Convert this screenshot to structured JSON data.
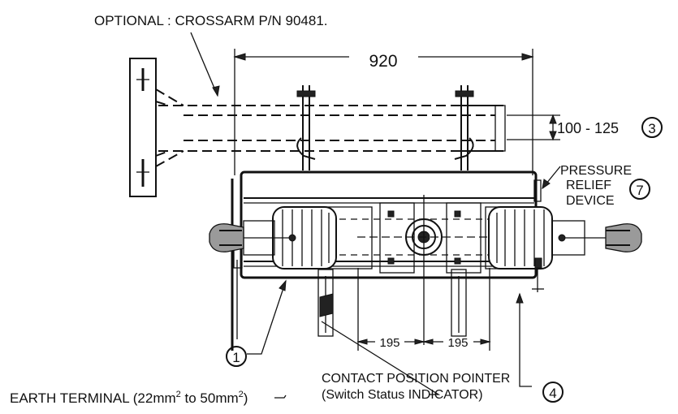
{
  "labels": {
    "crossarm": "OPTIONAL : CROSSARM  P/N 90481.",
    "width_dim": "920",
    "height_dim": "100 - 125",
    "pressure_relief_line1": "PRESSURE",
    "pressure_relief_line2": "RELIEF",
    "pressure_relief_line3": "DEVICE",
    "earth_terminal_prefix": "EARTH TERMINAL (22mm",
    "earth_terminal_sup1": "2",
    "earth_terminal_mid": " to 50mm",
    "earth_terminal_sup2": "2",
    "earth_terminal_suffix": ")",
    "contact_pointer_line1": "CONTACT POSITION POINTER",
    "contact_pointer_line2": "(Switch Status INDICATOR)",
    "dim_left": "195",
    "dim_right": "195"
  },
  "callouts": {
    "c1": "1",
    "c3": "3",
    "c4": "4",
    "c7": "7"
  }
}
